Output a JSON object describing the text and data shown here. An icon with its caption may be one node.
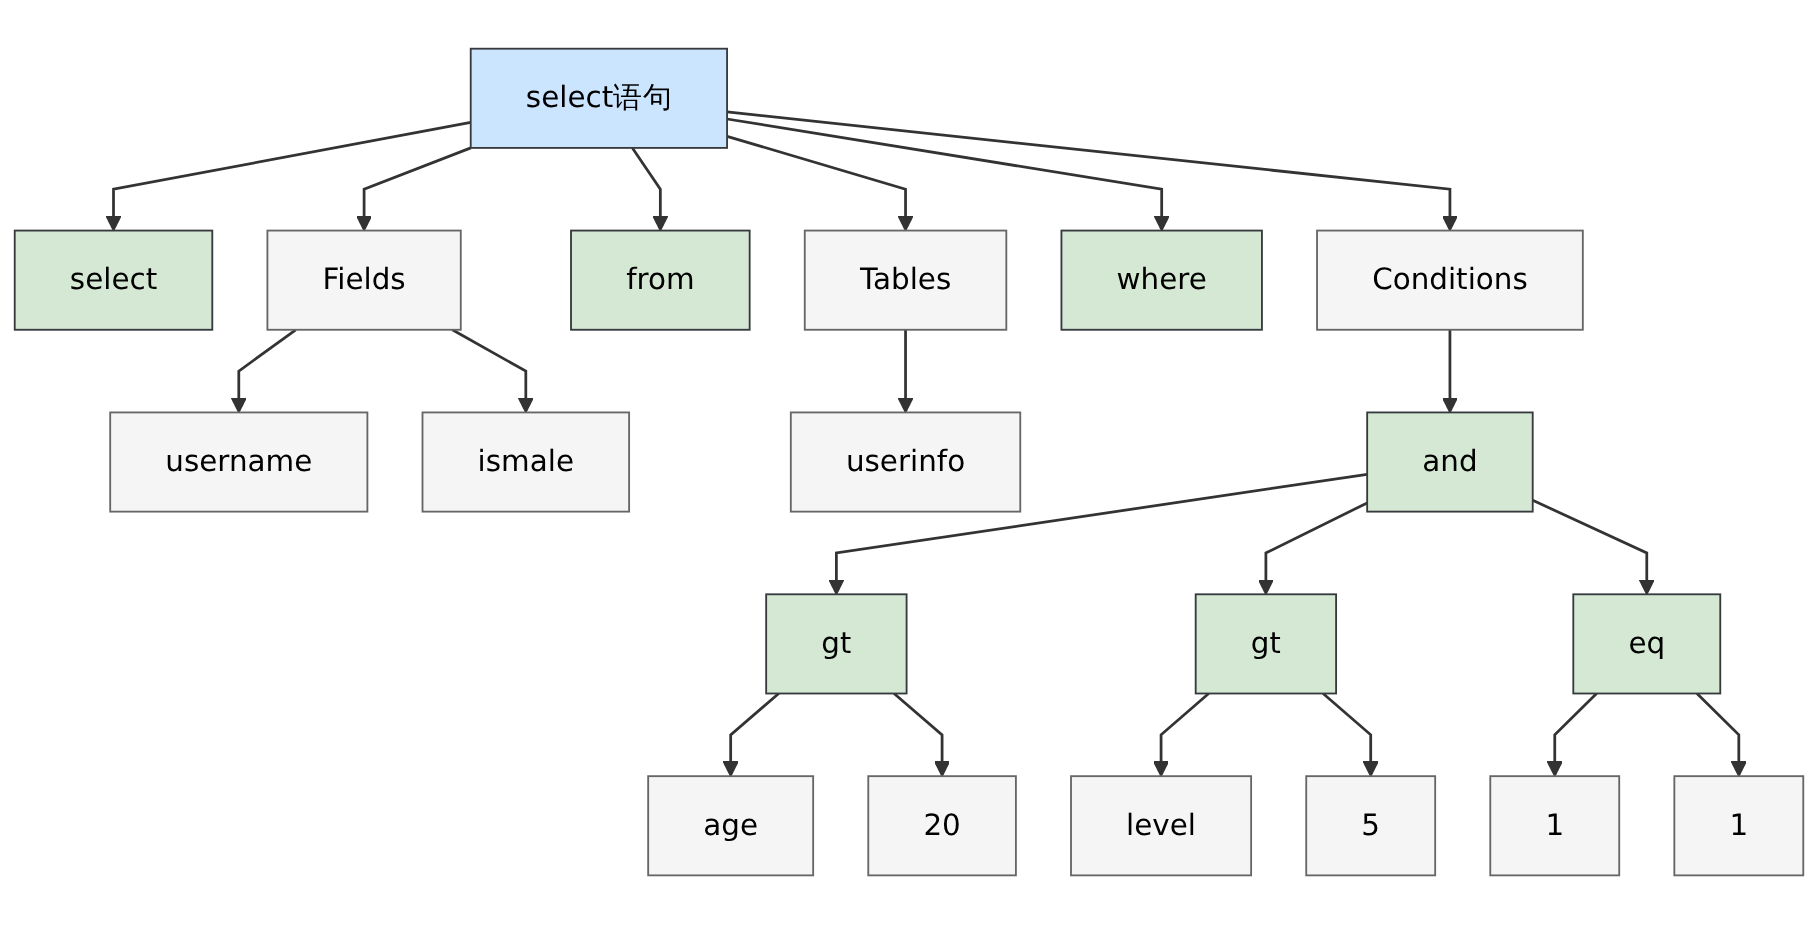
{
  "diagram": {
    "nodes": [
      {
        "text": [
          "select语句"
        ]
      },
      {
        "text": [
          "select"
        ]
      },
      {
        "text": [
          "Fields"
        ]
      },
      {
        "text": [
          "from"
        ]
      },
      {
        "text": [
          "Tables"
        ]
      },
      {
        "text": [
          "where"
        ]
      },
      {
        "text": [
          "Conditions"
        ]
      },
      {
        "text": [
          "username"
        ]
      },
      {
        "text": [
          "ismale"
        ]
      },
      {
        "text": [
          "userinfo"
        ]
      },
      {
        "text": [
          "and"
        ]
      },
      {
        "text": [
          "gt"
        ]
      },
      {
        "text": [
          "gt"
        ]
      },
      {
        "text": [
          "eq"
        ]
      },
      {
        "text": [
          "age"
        ]
      },
      {
        "text": [
          "20"
        ]
      },
      {
        "text": [
          "level"
        ]
      },
      {
        "text": [
          "5"
        ]
      },
      {
        "text": [
          "1"
        ]
      },
      {
        "text": [
          "1"
        ]
      }
    ],
    "edges": [
      {
        "from": 0,
        "to": 1,
        "arrow": "to"
      },
      {
        "from": 0,
        "to": 2,
        "arrow": "to"
      },
      {
        "from": 0,
        "to": 3,
        "arrow": "to"
      },
      {
        "from": 0,
        "to": 4,
        "arrow": "to"
      },
      {
        "from": 0,
        "to": 5,
        "arrow": "to"
      },
      {
        "from": 0,
        "to": 6,
        "arrow": "to"
      },
      {
        "from": 2,
        "to": 7,
        "arrow": "to"
      },
      {
        "from": 2,
        "to": 8,
        "arrow": "to"
      },
      {
        "from": 4,
        "to": 9,
        "arrow": "to"
      },
      {
        "from": 6,
        "to": 10,
        "arrow": "to"
      },
      {
        "from": 10,
        "to": 11,
        "arrow": "to"
      },
      {
        "from": 10,
        "to": 12,
        "arrow": "to"
      },
      {
        "from": 10,
        "to": 13,
        "arrow": "to"
      },
      {
        "from": 11,
        "to": 14,
        "arrow": "to"
      },
      {
        "from": 11,
        "to": 15,
        "arrow": "to"
      },
      {
        "from": 12,
        "to": 16,
        "arrow": "to"
      },
      {
        "from": 12,
        "to": 17,
        "arrow": "to"
      },
      {
        "from": 13,
        "to": 18,
        "arrow": "to"
      },
      {
        "from": 13,
        "to": 19,
        "arrow": "to"
      }
    ]
  }
}
